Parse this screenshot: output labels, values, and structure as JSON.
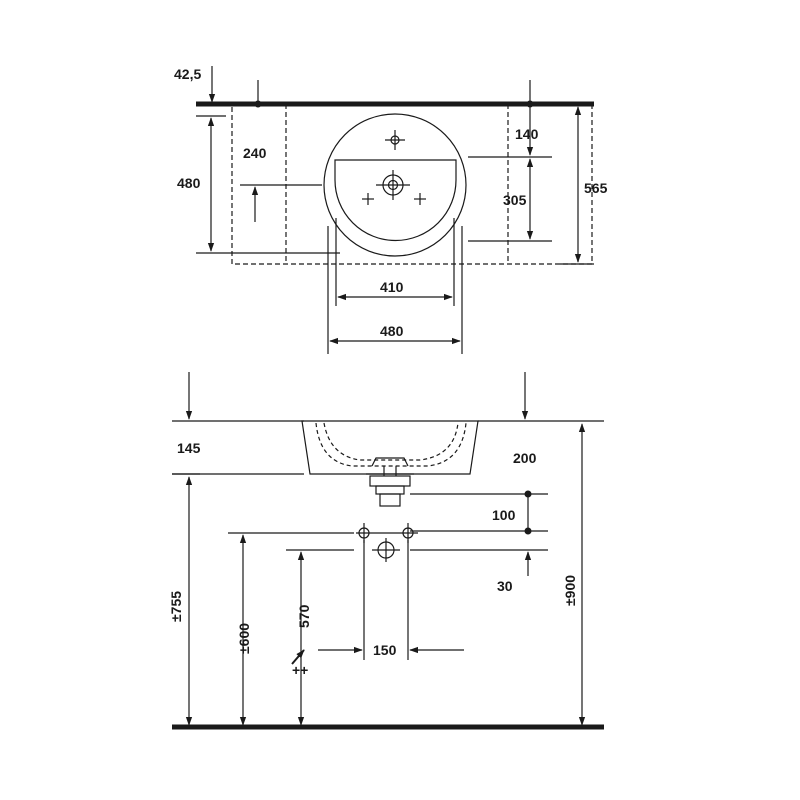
{
  "top_view": {
    "dim_42_5": "42,5",
    "dim_240": "240",
    "dim_480_height": "480",
    "dim_140": "140",
    "dim_305": "305",
    "dim_565": "565",
    "dim_410": "410",
    "dim_480_width": "480"
  },
  "side_view": {
    "dim_145": "145",
    "dim_200": "200",
    "dim_100": "100",
    "dim_30": "30",
    "dim_150": "150",
    "dim_755": "±755",
    "dim_600": "±600",
    "dim_570": "570",
    "dim_900": "±900",
    "plus_marker": "++"
  },
  "colors": {
    "line": "#1a1a1a"
  }
}
